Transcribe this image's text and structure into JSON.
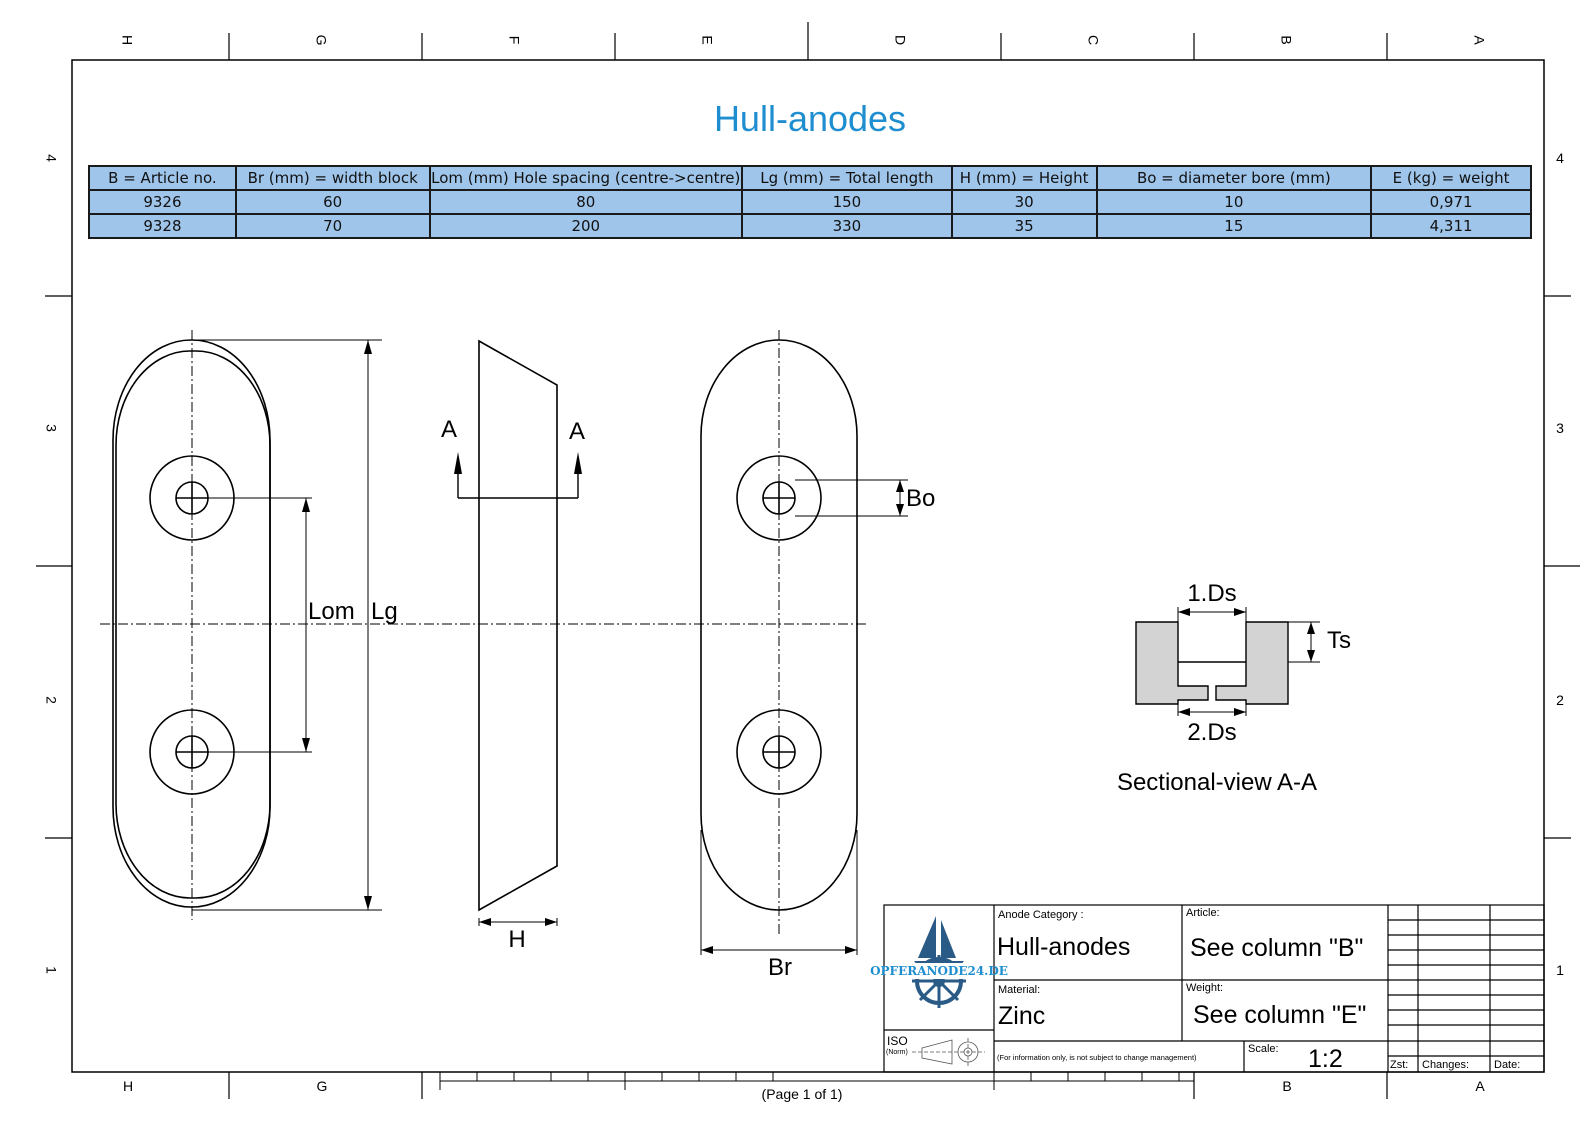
{
  "page": {
    "title": "Hull-anodes",
    "footer": "(Page 1 of 1)"
  },
  "colors": {
    "title": "#1e8ed0",
    "table_fill": "#9fc5ea",
    "section_fill": "#d3d3d3"
  },
  "border": {
    "columns": [
      "H",
      "G",
      "F",
      "E",
      "D",
      "C",
      "B",
      "A"
    ],
    "rows": [
      "4",
      "3",
      "2",
      "1"
    ]
  },
  "table": {
    "headers": [
      "B = Article no.",
      "Br (mm) = width block",
      "Lom (mm) Hole spacing (centre->centre)",
      "Lg (mm) = Total length",
      "H (mm) = Height",
      "Bo = diameter bore (mm)",
      "E (kg) = weight"
    ],
    "rows": [
      [
        "9326",
        "60",
        "80",
        "150",
        "30",
        "10",
        "0,971"
      ],
      [
        "9328",
        "70",
        "200",
        "330",
        "35",
        "15",
        "4,311"
      ]
    ]
  },
  "drawing": {
    "lom": "Lom",
    "lg": "Lg",
    "section_a": "A",
    "h": "H",
    "bo": "Bo",
    "br": "Br",
    "ds1": "1.Ds",
    "ds2": "2.Ds",
    "ts": "Ts",
    "section_caption": "Sectional-view A-A"
  },
  "title_block": {
    "category_label": "Anode Category :",
    "category_value": "Hull-anodes",
    "article_label": "Article:",
    "article_value": "See column \"B\"",
    "material_label": "Material:",
    "material_value": "Zinc",
    "weight_label": "Weight:",
    "weight_value": "See column \"E\"",
    "iso_label": "ISO",
    "norm_label": "(Norm)",
    "note": "(For information only, is not subject to change management)",
    "scale_label": "Scale:",
    "scale_value": "1:2",
    "zst": "Zst:",
    "changes": "Changes:",
    "date": "Date:",
    "logo_text": "OPFERANODE24.DE",
    "logo_icon": "sailboat-helm-icon"
  }
}
